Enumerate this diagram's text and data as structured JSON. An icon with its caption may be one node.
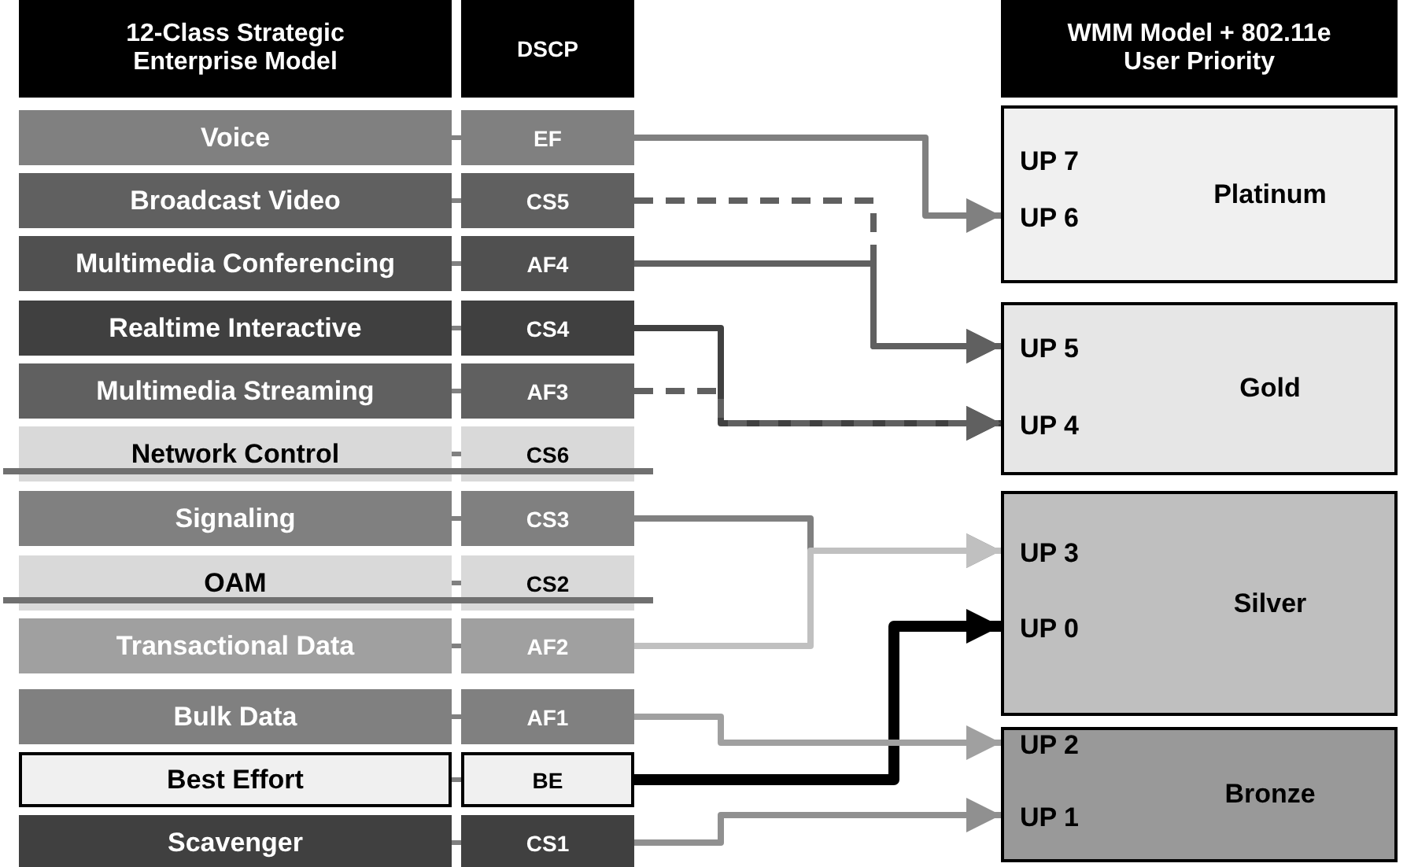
{
  "diagram": {
    "nodes": [
      {
        "text": [
          "12-Class Strategic Enterprise Model"
        ]
      },
      {
        "text": [
          "DSCP"
        ]
      },
      {
        "text": [
          "WMM Model + 802.11e User Priority"
        ]
      },
      {
        "text": [
          "Voice"
        ]
      },
      {
        "text": [
          "EF"
        ]
      },
      {
        "text": [
          "Broadcast Video"
        ]
      },
      {
        "text": [
          "CS5"
        ]
      },
      {
        "text": [
          "Multimedia Conferencing"
        ]
      },
      {
        "text": [
          "AF4"
        ]
      },
      {
        "text": [
          "Realtime Interactive"
        ]
      },
      {
        "text": [
          "CS4"
        ]
      },
      {
        "text": [
          "Multimedia Streaming"
        ]
      },
      {
        "text": [
          "AF3"
        ]
      },
      {
        "text": [
          "Network Control"
        ]
      },
      {
        "text": [
          "CS6"
        ]
      },
      {
        "text": [
          "Signaling"
        ]
      },
      {
        "text": [
          "CS3"
        ]
      },
      {
        "text": [
          "OAM"
        ]
      },
      {
        "text": [
          "CS2"
        ]
      },
      {
        "text": [
          "Transactional Data"
        ]
      },
      {
        "text": [
          "AF2"
        ]
      },
      {
        "text": [
          "Bulk Data"
        ]
      },
      {
        "text": [
          "AF1"
        ]
      },
      {
        "text": [
          "Best Effort"
        ]
      },
      {
        "text": [
          "BE"
        ]
      },
      {
        "text": [
          "Scavenger"
        ]
      },
      {
        "text": [
          "CS1"
        ]
      },
      {
        "text": [
          "Platinum"
        ]
      },
      {
        "text": [
          "UP 7"
        ],
        "in": 27
      },
      {
        "text": [
          "UP 6"
        ],
        "in": 27
      },
      {
        "text": [
          "Gold"
        ]
      },
      {
        "text": [
          "UP 5"
        ],
        "in": 30
      },
      {
        "text": [
          "UP 4"
        ],
        "in": 30
      },
      {
        "text": [
          "Silver"
        ]
      },
      {
        "text": [
          "UP 3"
        ],
        "in": 33
      },
      {
        "text": [
          "UP 0"
        ],
        "in": 33
      },
      {
        "text": [
          "Bronze"
        ]
      },
      {
        "text": [
          "UP 2"
        ],
        "in": 36
      },
      {
        "text": [
          "UP 1"
        ],
        "in": 36
      }
    ],
    "edges": [
      {
        "from": 3,
        "to": 4,
        "arrow": "none"
      },
      {
        "from": 5,
        "to": 6,
        "arrow": "none"
      },
      {
        "from": 7,
        "to": 8,
        "arrow": "none"
      },
      {
        "from": 9,
        "to": 10,
        "arrow": "none"
      },
      {
        "from": 11,
        "to": 12,
        "arrow": "none"
      },
      {
        "from": 13,
        "to": 14,
        "arrow": "none"
      },
      {
        "from": 15,
        "to": 16,
        "arrow": "none"
      },
      {
        "from": 17,
        "to": 18,
        "arrow": "none"
      },
      {
        "from": 19,
        "to": 20,
        "arrow": "none"
      },
      {
        "from": 21,
        "to": 22,
        "arrow": "none"
      },
      {
        "from": 23,
        "to": 24,
        "arrow": "none"
      },
      {
        "from": 25,
        "to": 26,
        "arrow": "none"
      },
      {
        "from": 4,
        "to": 29,
        "arrow": "to",
        "color": "#808080"
      },
      {
        "from": 6,
        "to": 31,
        "arrow": "to",
        "style": "dashed",
        "color": "#606060"
      },
      {
        "from": 8,
        "to": 31,
        "arrow": "to",
        "color": "#606060"
      },
      {
        "from": 10,
        "to": 32,
        "arrow": "to",
        "color": "#404040"
      },
      {
        "from": 12,
        "to": 32,
        "arrow": "to",
        "style": "dashed",
        "color": "#606060"
      },
      {
        "from": 16,
        "to": 34,
        "arrow": "to",
        "color": "#808080"
      },
      {
        "from": 20,
        "to": 34,
        "arrow": "to",
        "color": "#c0c0c0"
      },
      {
        "from": 24,
        "to": 35,
        "arrow": "to",
        "style": "thick",
        "color": "#000000"
      },
      {
        "from": 22,
        "to": 37,
        "arrow": "to",
        "color": "#a0a0a0"
      },
      {
        "from": 26,
        "to": 38,
        "arrow": "to",
        "color": "#909090"
      }
    ]
  }
}
